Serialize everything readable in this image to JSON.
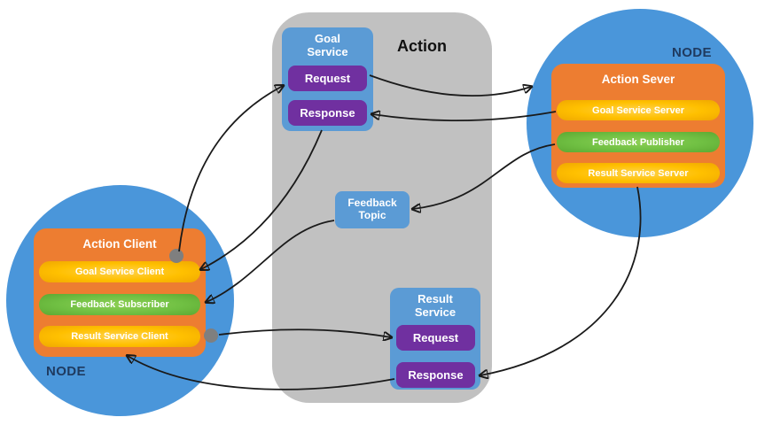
{
  "colors": {
    "node_circle": "#4a96da",
    "service_box": "#5b9bd5",
    "request_response_button": "#7030a0",
    "client_server_box": "#ed7d31",
    "yellow_pill": "#ffc000",
    "green_pill": "#70c043",
    "action_panel": "#c1c1c1",
    "node_label_text": "#1f3a5f",
    "arrow": "#1a1a1a",
    "connector_dot": "#7f7f7f"
  },
  "action_panel": {
    "title": "Action"
  },
  "goal_service": {
    "title": "Goal Service",
    "request_label": "Request",
    "response_label": "Response"
  },
  "feedback_topic": {
    "title": "Feedback Topic"
  },
  "result_service": {
    "title": "Result Service",
    "request_label": "Request",
    "response_label": "Response"
  },
  "client_node": {
    "node_label": "NODE",
    "title": "Action Client",
    "items": [
      {
        "label": "Goal Service Client",
        "color": "#ffc000"
      },
      {
        "label": "Feedback Subscriber",
        "color": "#70c043"
      },
      {
        "label": "Result Service Client",
        "color": "#ffc000"
      }
    ]
  },
  "server_node": {
    "node_label": "NODE",
    "title": "Action Sever",
    "items": [
      {
        "label": "Goal Service Server",
        "color": "#ffc000"
      },
      {
        "label": "Feedback Publisher",
        "color": "#70c043"
      },
      {
        "label": "Result Service Server",
        "color": "#ffc000"
      }
    ]
  }
}
